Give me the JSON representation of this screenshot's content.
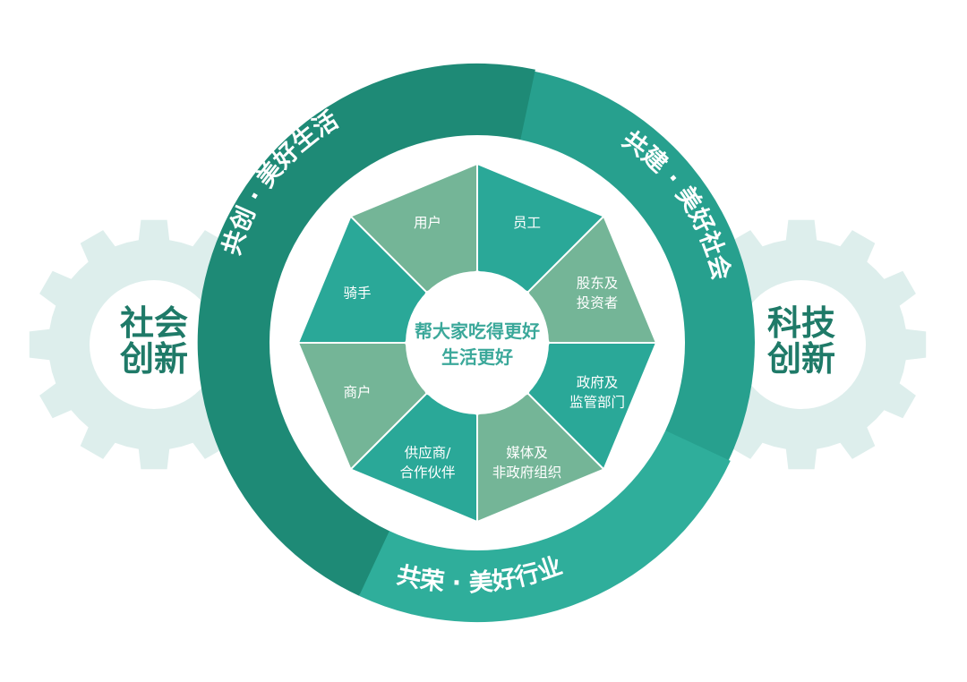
{
  "colors": {
    "gear": "#ddeeec",
    "ring_dark": "#1e8a76",
    "ring_mid": "#27a08e",
    "ring_light": "#2fae9b",
    "segment_teal": "#2aa898",
    "segment_sage": "#74b597",
    "center_text": "#3ba89a",
    "gear_text": "#1f7a68"
  },
  "left_gear": {
    "line1": "社会",
    "line2": "创新"
  },
  "right_gear": {
    "line1": "科技",
    "line2": "创新"
  },
  "ring": {
    "top_left": "共创 · 美好生活",
    "top_right": "共建 · 美好社会",
    "bottom": "共荣 · 美好行业"
  },
  "center": {
    "line1": "帮大家吃得更好",
    "line2": "生活更好"
  },
  "segments": [
    {
      "lines": [
        "员工"
      ],
      "tone": "teal"
    },
    {
      "lines": [
        "股东及",
        "投资者"
      ],
      "tone": "sage"
    },
    {
      "lines": [
        "政府及",
        "监管部门"
      ],
      "tone": "teal"
    },
    {
      "lines": [
        "媒体及",
        "非政府组织"
      ],
      "tone": "sage"
    },
    {
      "lines": [
        "供应商/",
        "合作伙伴"
      ],
      "tone": "teal"
    },
    {
      "lines": [
        "商户"
      ],
      "tone": "sage"
    },
    {
      "lines": [
        "骑手"
      ],
      "tone": "teal"
    },
    {
      "lines": [
        "用户"
      ],
      "tone": "sage"
    }
  ]
}
